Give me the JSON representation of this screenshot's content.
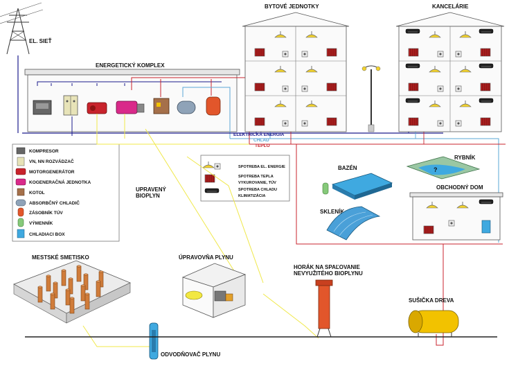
{
  "labels": {
    "grid": "EL. SIEŤ",
    "complex": "ENERGETICKÝ KOMPLEX",
    "flats": "BYTOVÉ JEDNOTKY",
    "offices": "KANCELÁRIE",
    "pool": "BAZÉN",
    "pond": "RYBNÍK",
    "mall": "OBCHODNÝ DOM",
    "greenhouse": "SKLENÍK",
    "biogas": "UPRAVENÝ\nBIOPLYN",
    "landfill": "MESTSKÉ SMETISKO",
    "gas_plant": "ÚPRAVOVŇA PLYNU",
    "burner": "HORÁK NA SPAĽOVANIE\nNEVYUŽITÉHO BIOPLYNU",
    "dryer": "SUŠIČKA DREVA",
    "drain": "ODVODŇOVAČ PLYNU",
    "pond_mark": "?"
  },
  "lines": {
    "electric": "ELEKTRICKÁ ENERGIA",
    "cold": "CHLAD",
    "heat": "TEPLO"
  },
  "legend_left": [
    {
      "icon": "compressor-icon",
      "label": "KOMPRESOR"
    },
    {
      "icon": "switchboard-icon",
      "label": "VN, NN ROZVÁDZAČ"
    },
    {
      "icon": "motor-generator-icon",
      "label": "MOTORGENERÁTOR"
    },
    {
      "icon": "cogeneration-icon",
      "label": "KOGENERAČNÁ JEDNOTKA"
    },
    {
      "icon": "boiler-icon",
      "label": "KOTOL"
    },
    {
      "icon": "absorption-chiller-icon",
      "label": "ABSORBČNÝ CHLADIČ"
    },
    {
      "icon": "hot-water-tank-icon",
      "label": "ZÁSOBNÍK TÚV"
    },
    {
      "icon": "heat-exchanger-icon",
      "label": "VÝMENNÍK"
    },
    {
      "icon": "cooling-box-icon",
      "label": "CHLADIACI BOX"
    }
  ],
  "legend_right": [
    {
      "icon": "lamp-socket-icon",
      "label": "SPOTREBA EL. ENERGIE"
    },
    {
      "icon": "radiator-icon",
      "label": "SPOTREBA TEPLA\nVYKUROVANIE, TÚV"
    },
    {
      "icon": "air-conditioner-icon",
      "label": "SPOTREBA CHLADU\nKLIMATIZÁCIA"
    }
  ],
  "colors": {
    "electric": "#1a1a8c",
    "cold": "#5aa7d6",
    "heat": "#c8232c",
    "biogas": "#f0e84a",
    "outline": "#444444",
    "radiator": "#b22020",
    "lamp": "#f2d22e",
    "pool": "#3fa9e0",
    "dryer": "#f2c200",
    "burner": "#e2562b"
  }
}
